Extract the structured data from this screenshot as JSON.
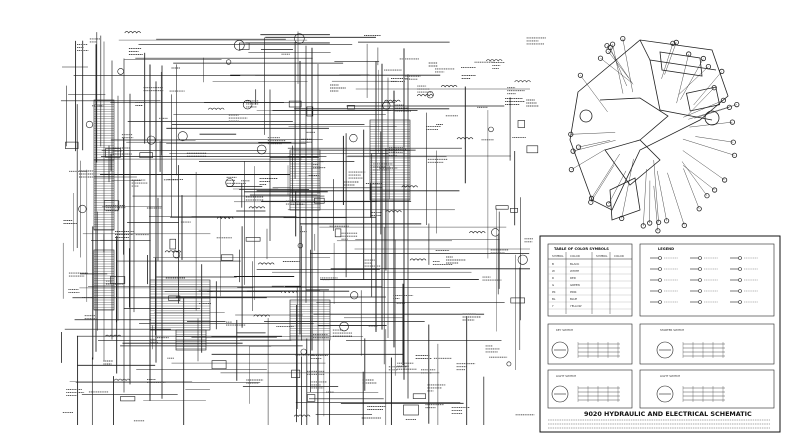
{
  "sheet": {
    "title": "9020 HYDRAULIC AND ELECTRICAL SCHEMATIC",
    "subtitle": "",
    "border_color": "#111111",
    "ink_color": "#1a1a1a"
  },
  "legend": {
    "color_table_title": "TABLE OF COLOR SYMBOLS",
    "color_table_headers": [
      "SYMBOL",
      "COLOR",
      "SYMBOL",
      "COLOR"
    ],
    "color_rows": [
      [
        "B",
        "BLACK",
        "",
        ""
      ],
      [
        "W",
        "WHITE",
        "",
        ""
      ],
      [
        "R",
        "RED",
        "",
        ""
      ],
      [
        "G",
        "GREEN",
        "",
        ""
      ],
      [
        "PK",
        "PINK",
        "",
        ""
      ],
      [
        "BL",
        "BLUE",
        "",
        ""
      ],
      [
        "Y",
        "YELLOW",
        "",
        ""
      ]
    ],
    "symbols_title": "LEGEND"
  },
  "switch_details": [
    {
      "label": "KEY SWITCH"
    },
    {
      "label": "STARTER SWITCH"
    },
    {
      "label": "LIGHT SWITCH"
    },
    {
      "label": "LIGHT SWITCH"
    }
  ]
}
